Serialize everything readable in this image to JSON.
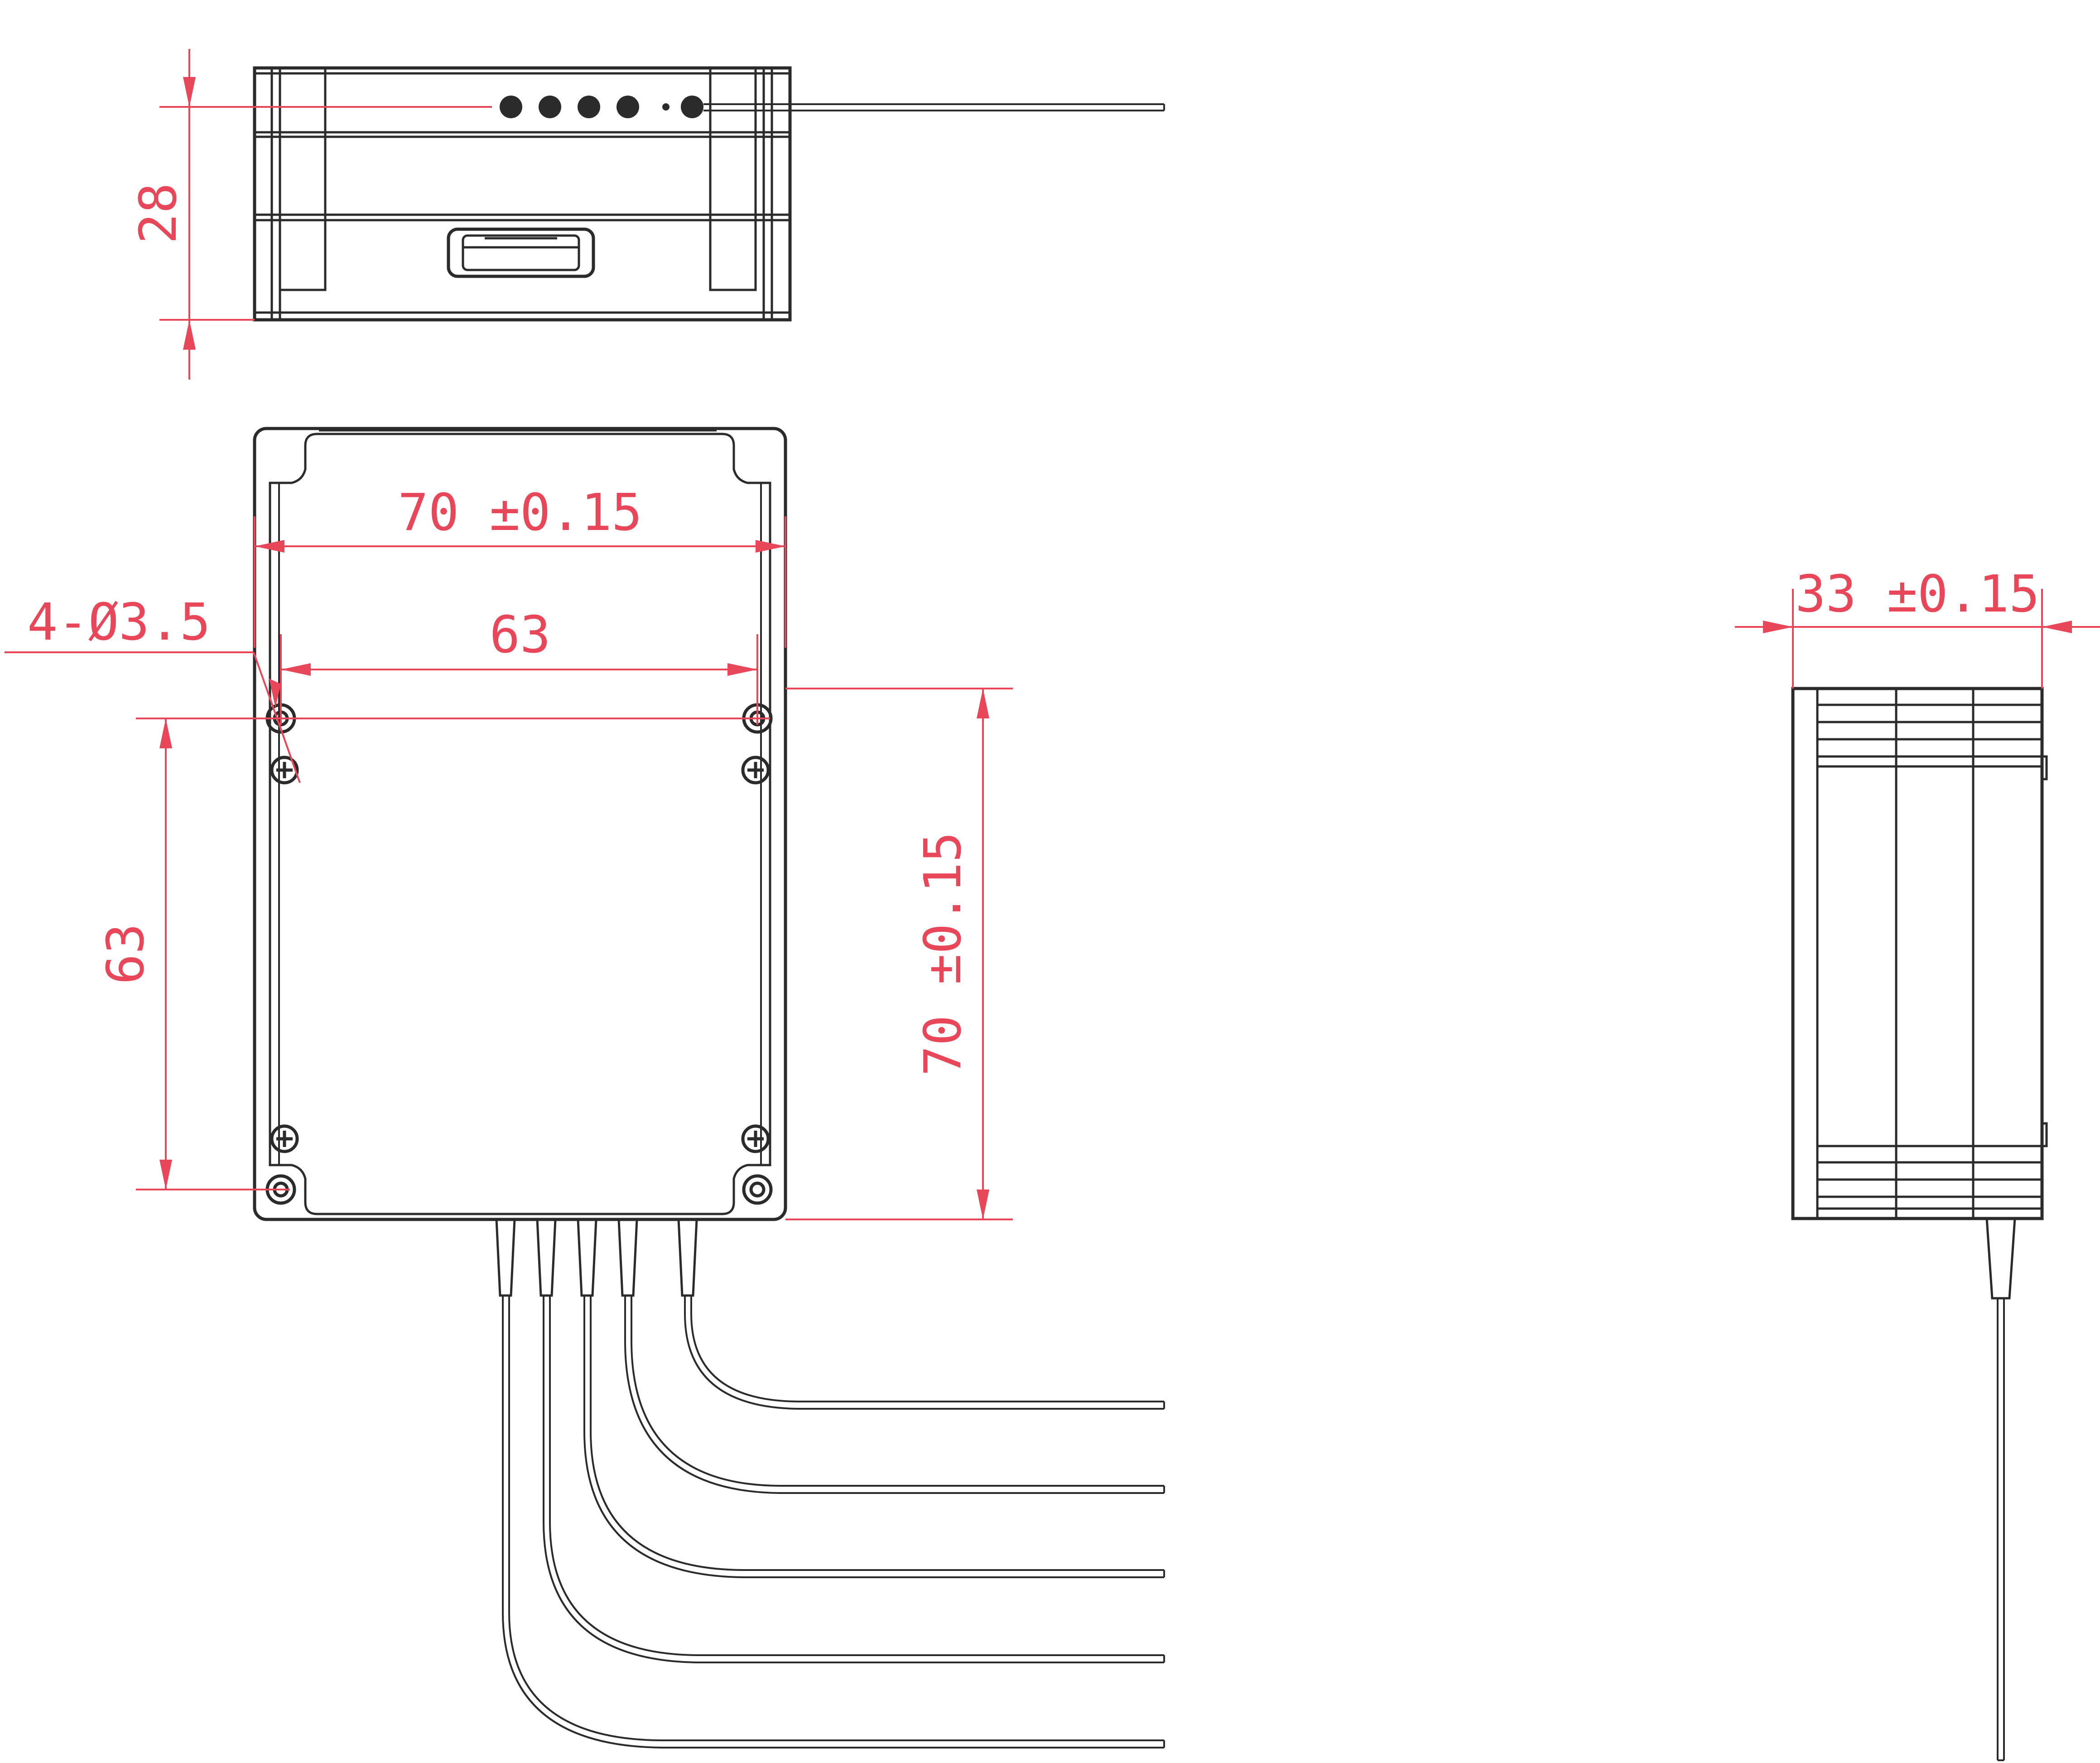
{
  "dimensions": {
    "height_front": "28",
    "width_top": "70 ±0.15",
    "hole_spacing_h": "63",
    "hole_spacing_v": "63",
    "height_top": "70 ±0.15",
    "holes": "4-Ø3.5",
    "depth_side": "33 ±0.15"
  },
  "colors": {
    "dimension": "#e8475a",
    "outline": "#2b2b2b"
  }
}
